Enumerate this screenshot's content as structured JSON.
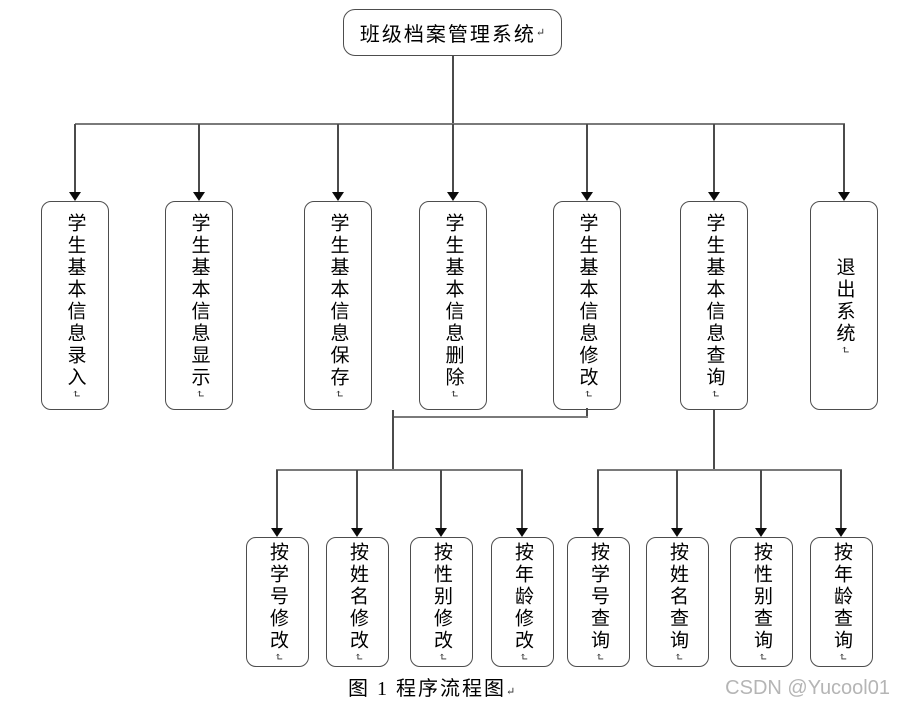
{
  "diagram": {
    "root": {
      "label": "班级档案管理系统"
    },
    "return_mark": "↵",
    "level2": [
      {
        "label": "学生基本信息录入"
      },
      {
        "label": "学生基本信息显示"
      },
      {
        "label": "学生基本信息保存"
      },
      {
        "label": "学生基本信息删除"
      },
      {
        "label": "学生基本信息修改"
      },
      {
        "label": "学生基本信息查询"
      },
      {
        "label": "退出系统"
      }
    ],
    "level3": [
      {
        "label": "按学号修改"
      },
      {
        "label": "按姓名修改"
      },
      {
        "label": "按性别修改"
      },
      {
        "label": "按年龄修改"
      },
      {
        "label": "按学号查询"
      },
      {
        "label": "按姓名查询"
      },
      {
        "label": "按性别查询"
      },
      {
        "label": "按年龄查询"
      }
    ],
    "caption": "图 1 程序流程图",
    "watermark": "CSDN @Yucool01",
    "colors": {
      "line": "#7a7a7a",
      "connector": "#4b4b4b",
      "box_border": "#4d4d4d",
      "text": "#000000",
      "watermark": "#b5b5b5",
      "background": "#ffffff"
    }
  }
}
